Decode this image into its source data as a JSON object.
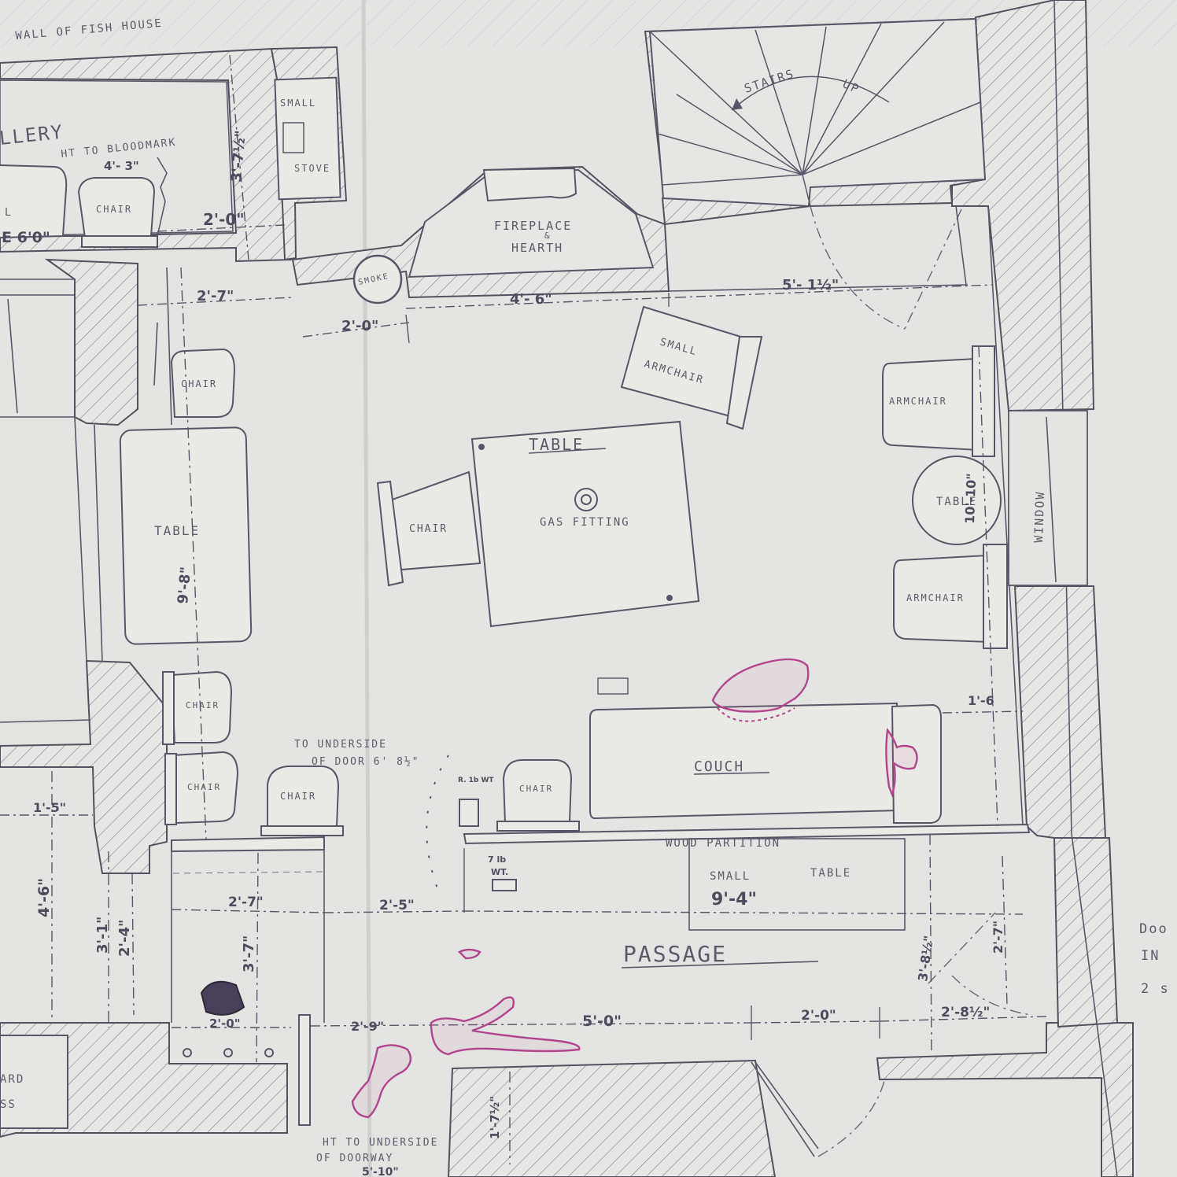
{
  "labels": {
    "fish_house_wall": "WALL OF FISH HOUSE",
    "gallery": "LLERY",
    "ht_to_bloodmark": "HT TO BLOODMARK",
    "bloodmark_height": "4'- 3\"",
    "chair_gallery": "CHAIR",
    "gallery_left_dim": "E 6'0\"",
    "gallery_left_fragment": "L",
    "small": "SMALL",
    "stove": "STOVE",
    "fireplace": "FIREPLACE",
    "ampersand": "&",
    "hearth": "HEARTH",
    "smoke": "SMOKE",
    "stairs_up_1": "STAIRS",
    "stairs_up_2": "UP",
    "small_armchair_1": "SMALL",
    "small_armchair_2": "ARMCHAIR",
    "armchair_upper": "ARMCHAIR",
    "armchair_lower": "ARMCHAIR",
    "table_main": "TABLE",
    "gas_fitting": "GAS FITTING",
    "chair_table": "CHAIR",
    "round_table": "TABLE",
    "window": "WINDOW",
    "table_left": "TABLE",
    "chair_left_upper": "CHAIR",
    "chair_left_mid": "CHAIR",
    "chair_left_low": "CHAIR",
    "chair_bottom": "CHAIR",
    "chair_couch": "CHAIR",
    "couch": "COUCH",
    "to_underside_1": "TO UNDERSIDE",
    "to_underside_2": "OF DOOR 6' 8½\"",
    "weight_top": "R. 1b WT",
    "weight_7lb_1": "7 lb",
    "weight_7lb_2": "WT.",
    "wood_partition": "WOOD PARTITION",
    "small_table_1": "SMALL",
    "small_table_2": "TABLE",
    "passage": "PASSAGE",
    "ht_doorway_1": "HT TO UNDERSIDE",
    "ht_doorway_2": "OF DOORWAY",
    "ht_doorway_3": "5'-10\"",
    "yard_1": "ARD",
    "yard_2": "SS",
    "door_note_1": "Doo",
    "door_note_2": "IN",
    "door_note_3": "2 s"
  },
  "dimensions": {
    "d_3_7_half": "3'-7½\"",
    "d_2_0_top": "2'-0\"",
    "d_2_7_top": "2'-7\"",
    "d_2_0_hearth": "2'-0\"",
    "d_4_6_hearth": "4'- 6\"",
    "d_5_1_half": "5'- 1½\"",
    "d_9_8": "9'-8\"",
    "d_10_10": "10'-10\"",
    "d_1_6": "1'-6",
    "d_1_5": "1'-5\"",
    "d_4_6_left": "4'-6\"",
    "d_3_1": "3'-1\"",
    "d_2_4": "2'-4\"",
    "d_2_7_low": "2'-7\"",
    "d_2_5": "2'-5\"",
    "d_3_7_low": "3'-7\"",
    "d_9_4": "9'-4\"",
    "d_3_8_half": "3'-8½\"",
    "d_2_7_right": "2'-7\"",
    "d_2_0_bottom": "2'-0\"",
    "d_2_9": "2'-9\"",
    "d_5_0": "5'-0\"",
    "d_2_0_right": "2'-0\"",
    "d_2_8_half": "2'-8½\"",
    "d_1_7_half": "1'-7½\""
  },
  "colors": {
    "paper": "#e4e5e3",
    "ink": "#5a5566",
    "bloodstain": "#b0458a"
  }
}
